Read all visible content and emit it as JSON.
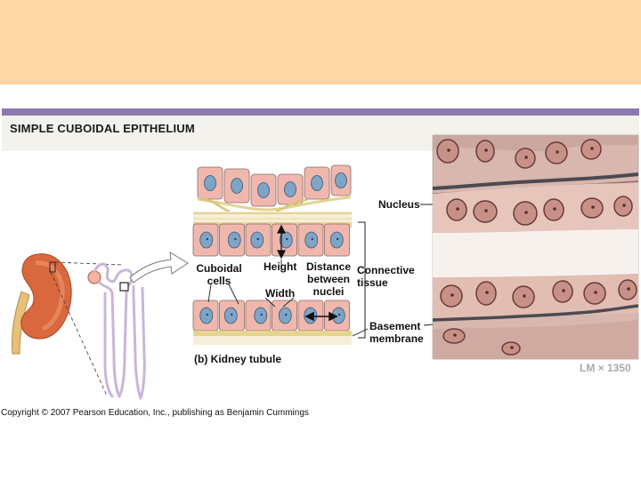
{
  "colors": {
    "top_band": "#fdd7a6",
    "purple_rule": "#8c79ad",
    "header_band": "#f4f2ec",
    "cell_fill": "#f0b8ad",
    "nucleus_fill": "#7ea4c6",
    "membrane": "#e9dca0",
    "kidney": "#d9683e",
    "tubule": "#c9b6d9",
    "micrograph_bg": "#d7b7ae"
  },
  "header": {
    "title": "SIMPLE CUBOIDAL EPITHELIUM"
  },
  "labels": {
    "nucleus": "Nucleus",
    "cuboidal_cells": [
      "Cuboidal",
      "cells"
    ],
    "height": "Height",
    "distance_between_nuclei": [
      "Distance",
      "between",
      "nuclei"
    ],
    "connective_tissue": [
      "Connective",
      "tissue"
    ],
    "width": "Width",
    "basement_membrane": [
      "Basement",
      "membrane"
    ]
  },
  "caption": "(b) Kidney tubule",
  "magnification": "LM × 1350",
  "copyright": "Copyright © 2007 Pearson Education, Inc., publishing as Benjamin Cummings"
}
